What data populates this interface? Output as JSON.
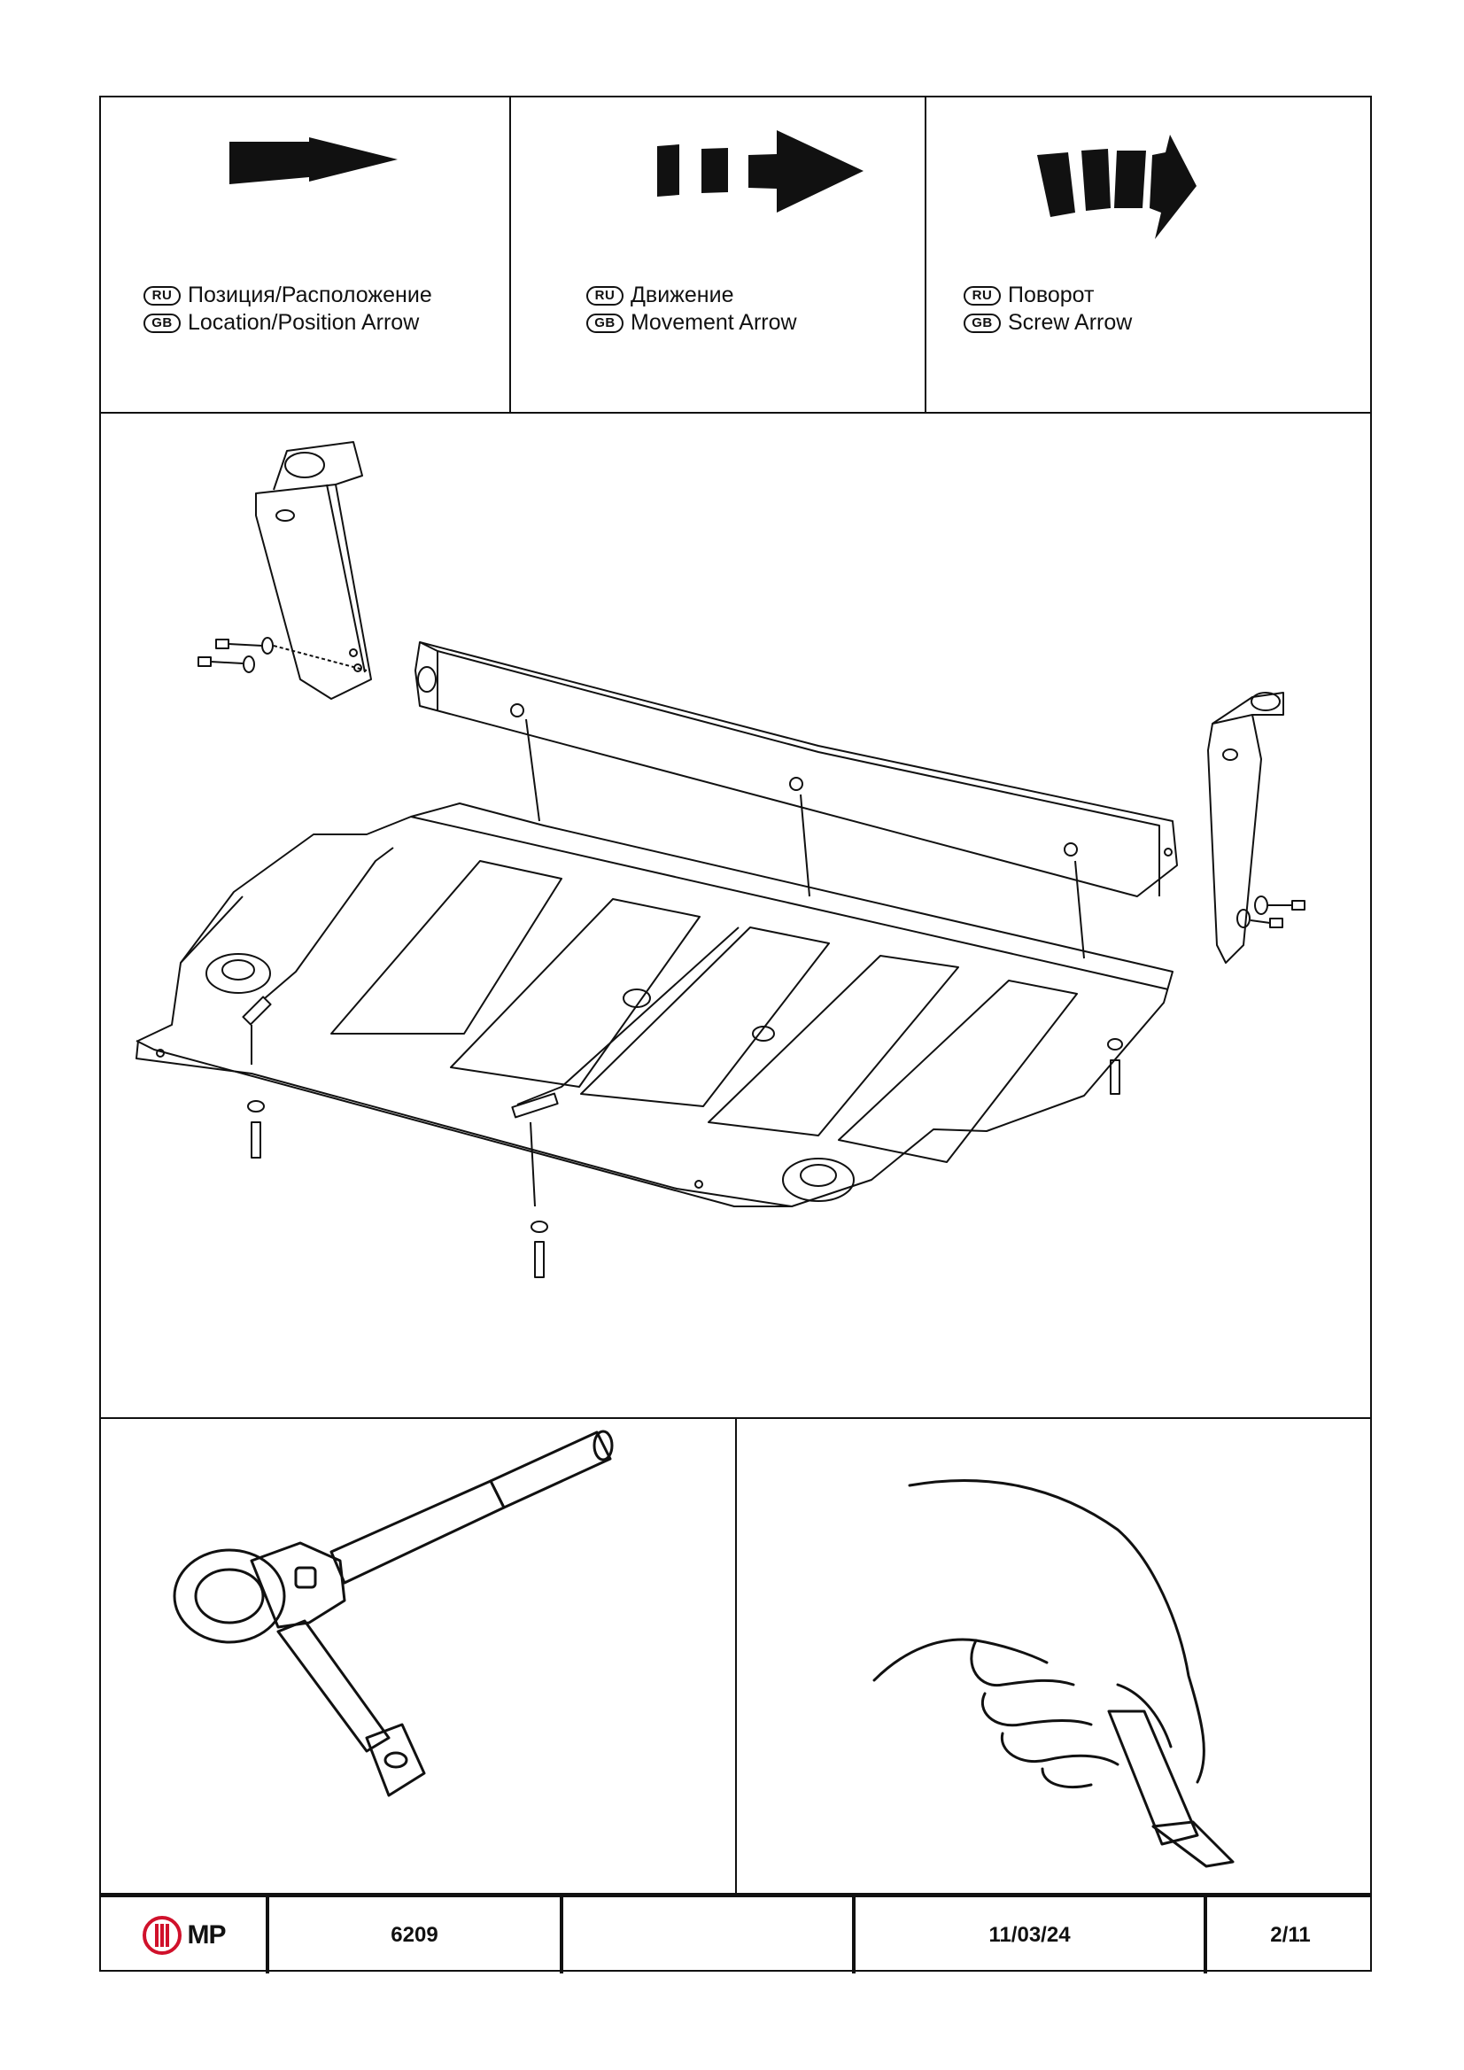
{
  "legend": [
    {
      "ru_badge": "RU",
      "ru_text": "Позиция/Расположение",
      "gb_badge": "GB",
      "gb_text": "Location/Position Arrow"
    },
    {
      "ru_badge": "RU",
      "ru_text": "Движение",
      "gb_badge": "GB",
      "gb_text": "Movement Arrow"
    },
    {
      "ru_badge": "RU",
      "ru_text": "Поворот",
      "gb_badge": "GB",
      "gb_text": "Screw Arrow"
    }
  ],
  "icons": {
    "location_arrow": "location-arrow-icon",
    "movement_arrow": "movement-arrow-icon",
    "screw_arrow": "screw-arrow-icon",
    "ratchet": "ratchet-wrench-icon",
    "hand_knife": "hand-utility-knife-icon",
    "logo": "mp-logo-icon"
  },
  "colors": {
    "ink": "#111111",
    "logo_red": "#d0112b",
    "paper": "#ffffff"
  },
  "footer": {
    "logo_text": "MP",
    "article": "6209",
    "blank": "",
    "date": "11/03/24",
    "page": "2/11"
  }
}
